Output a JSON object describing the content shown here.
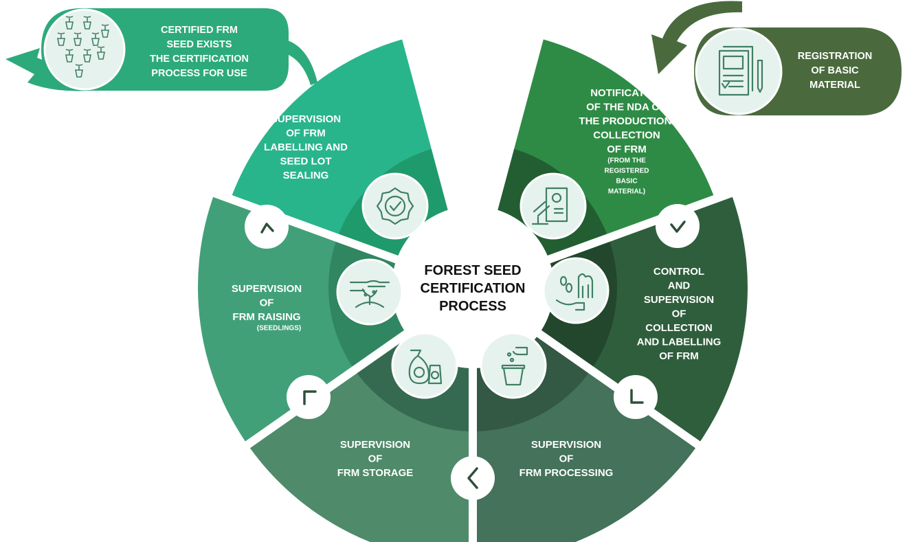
{
  "title": [
    "FOREST SEED",
    "CERTIFICATION",
    "PROCESS"
  ],
  "colors": {
    "seg_labelling": "#29b58c",
    "seg_raising": "#42a079",
    "seg_storage": "#4f8a6a",
    "seg_processing": "#44725a",
    "seg_control": "#2f5e3c",
    "seg_notification": "#2e8b45",
    "inner_labelling": "#1f9a6c",
    "inner_raising": "#2f8660",
    "inner_storage": "#366a50",
    "inner_processing": "#335844",
    "inner_control": "#22472c",
    "inner_notification": "#225e31",
    "icon_circle": "#e6f2ee",
    "icon_stroke": "#3f7f63",
    "badge_left": "#2daa7b",
    "badge_right": "#4a6a3e"
  },
  "segments": [
    {
      "id": "labelling",
      "lines": [
        "SUPERVISION",
        "OF FRM",
        "LABELLING AND",
        "SEED LOT",
        "SEALING"
      ],
      "small": [],
      "icon": "certified-badge-icon"
    },
    {
      "id": "raising",
      "lines": [
        "SUPERVISION",
        "OF",
        "FRM RAISING"
      ],
      "small": [
        "(SEEDLINGS)"
      ],
      "icon": "sowing-hand-icon"
    },
    {
      "id": "storage",
      "lines": [
        "SUPERVISION",
        "OF",
        "FRM STORAGE"
      ],
      "small": [],
      "icon": "seed-bags-icon"
    },
    {
      "id": "processing",
      "lines": [
        "SUPERVISION",
        "OF",
        "FRM PROCESSING"
      ],
      "small": [],
      "icon": "seed-pot-icon"
    },
    {
      "id": "control",
      "lines": [
        "CONTROL",
        "AND",
        "SUPERVISION",
        "OF",
        "COLLECTION",
        "AND LABELLING",
        "OF FRM"
      ],
      "small": [],
      "icon": "seed-collection-icon"
    },
    {
      "id": "notification",
      "lines": [
        "NOTIFICATION",
        "OF THE NDA ON",
        "THE PRODUCTION/",
        "COLLECTION",
        "OF FRM"
      ],
      "small": [
        "(FROM THE",
        "REGISTERED",
        "BASIC",
        "MATERIAL)"
      ],
      "icon": "legal-document-icon"
    }
  ],
  "badges": {
    "left": {
      "lines": [
        "CERTIFIED FRM",
        "SEED EXISTS",
        "THE CERTIFICATION",
        "PROCESS FOR USE"
      ],
      "icon": "seedlings-grid-icon"
    },
    "right": {
      "lines": [
        "REGISTRATION",
        "OF BASIC",
        "MATERIAL"
      ],
      "icon": "register-document-icon"
    }
  },
  "arrows": [
    "chevron-up-right-icon",
    "chevron-up-left-icon",
    "chevron-left-icon",
    "chevron-down-left-icon",
    "chevron-down-right-icon"
  ]
}
